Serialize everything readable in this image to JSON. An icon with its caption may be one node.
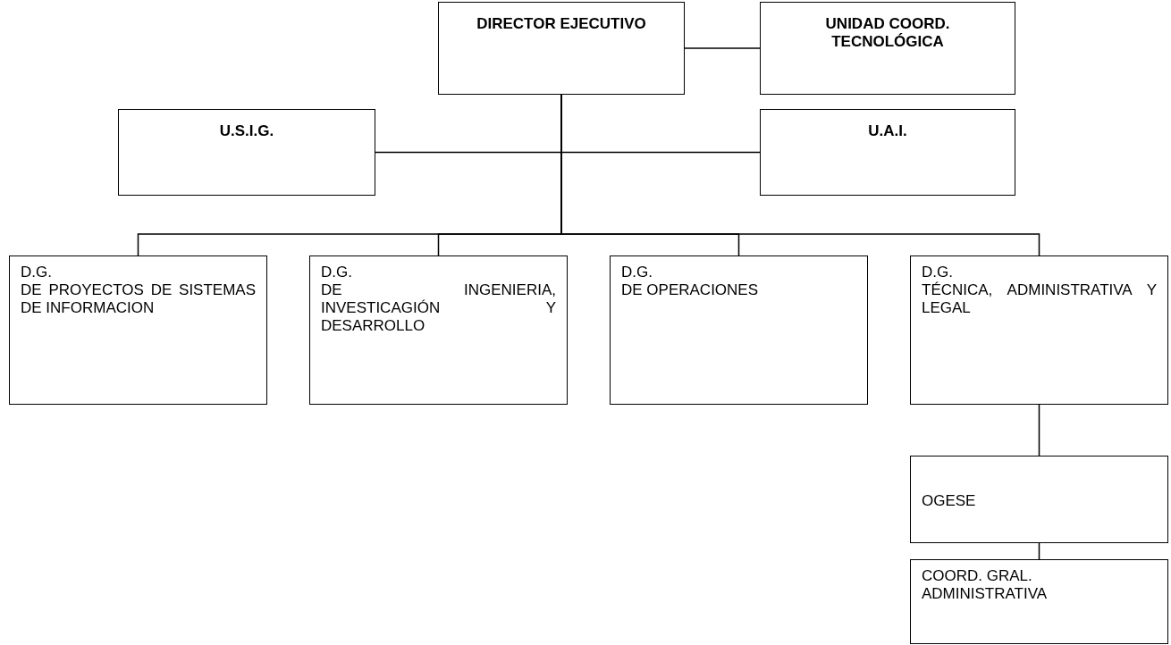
{
  "diagram": {
    "nodes": [
      {
        "text": [
          "DIRECTOR EJECUTIVO"
        ]
      },
      {
        "text": [
          "UNIDAD COORD. TECNOLÓGICA"
        ]
      },
      {
        "text": [
          "U.S.I.G."
        ]
      },
      {
        "text": [
          "U.A.I."
        ]
      },
      {
        "text": [
          "D.G.",
          "DE PROYECTOS DE SISTEMAS DE INFORMACION"
        ]
      },
      {
        "text": [
          "D.G.",
          "DE INGENIERIA, INVESTICAGIÓN Y DESARROLLO"
        ]
      },
      {
        "text": [
          "D.G.",
          "DE OPERACIONES"
        ]
      },
      {
        "text": [
          "D.G.",
          "TÉCNICA, ADMINISTRATIVA Y LEGAL"
        ]
      },
      {
        "text": [
          "OGESE"
        ]
      },
      {
        "text": [
          "COORD. GRAL. ADMINISTRATIVA"
        ]
      }
    ],
    "edges": [
      {
        "from": 0,
        "to": 1,
        "arrow": "none"
      },
      {
        "from": 0,
        "to": 2,
        "arrow": "none"
      },
      {
        "from": 0,
        "to": 3,
        "arrow": "none"
      },
      {
        "from": 0,
        "to": 4,
        "arrow": "none"
      },
      {
        "from": 0,
        "to": 5,
        "arrow": "none"
      },
      {
        "from": 0,
        "to": 6,
        "arrow": "none"
      },
      {
        "from": 0,
        "to": 7,
        "arrow": "none"
      },
      {
        "from": 7,
        "to": 8,
        "arrow": "none"
      },
      {
        "from": 8,
        "to": 9,
        "arrow": "none"
      }
    ]
  }
}
